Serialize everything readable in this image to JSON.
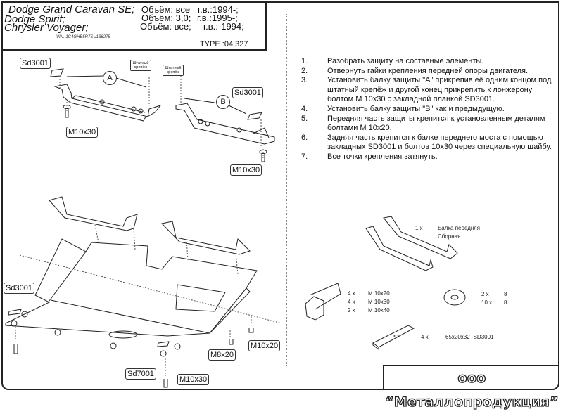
{
  "header": {
    "models": [
      "Dodge Grand Caravan SE;",
      "Dodge Spirit;",
      "Chrysler  Voyager;"
    ],
    "volumes": [
      "Объём: все",
      "Объём: 3,0;",
      "Объём: все;"
    ],
    "years": [
      "г.в.:1994-;",
      "г.в.:1995-;",
      "г.в.:-1994;"
    ],
    "vin": "VIN.:1C4GHB5R7SU136275",
    "type": "TYPE :04.327"
  },
  "instructions": [
    {
      "num": "1.",
      "text": "Разобрать защиту на составные элементы."
    },
    {
      "num": "2.",
      "text": "Отвернуть гайки крепления передней опоры двигателя."
    },
    {
      "num": "3.",
      "text": "Установить балку защиты \"А\" прикрепив её одним концом под штатный крепёж и другой конец прикрепить к лонжерону болтом М 10х30 с закладной планкой SD3001."
    },
    {
      "num": "4.",
      "text": "Установить балку защиты \"В\" как и предыдущую."
    },
    {
      "num": "5.",
      "text": "Передняя часть защиты крепится к установленным деталям болтами М 10х20."
    },
    {
      "num": "6.",
      "text": "Задняя часть крепится к балке переднего моста с помощью закладных SD3001 и болтов 10х30 через специальную шайбу."
    },
    {
      "num": "7.",
      "text": "Все точки крепления затянуть."
    }
  ],
  "diagram_labels": {
    "sd3001_a": "Sd3001",
    "sd3001_b": "Sd3001",
    "sd3001_c": "Sd3001",
    "circle_a": "A",
    "circle_b": "B",
    "stock_fastener_a": "Штатный крепёж",
    "stock_fastener_b": "Штатный крепёж",
    "m10x30_a": "M10x30",
    "m10x30_b": "M10x30",
    "m10x30_c": "M10x30",
    "m10x20": "M10x20",
    "m8x20": "M8x20",
    "sd7001": "Sd7001"
  },
  "parts": {
    "beam": {
      "qty": "1 x",
      "name1": "Балка передняя",
      "name2": "Сборная"
    },
    "bolts": [
      {
        "qty": "4 x",
        "size": "M 10x20"
      },
      {
        "qty": "4 x",
        "size": "M 10x30"
      },
      {
        "qty": "2 x",
        "size": "M 10x40"
      }
    ],
    "washers": [
      {
        "qty": "2 x",
        "size": "8"
      },
      {
        "qty": "10 x",
        "size": "8"
      }
    ],
    "plate": {
      "qty": "4 x",
      "size": "65x20x32   -SD3001"
    }
  },
  "company": "ооо “Металлопродукция”"
}
